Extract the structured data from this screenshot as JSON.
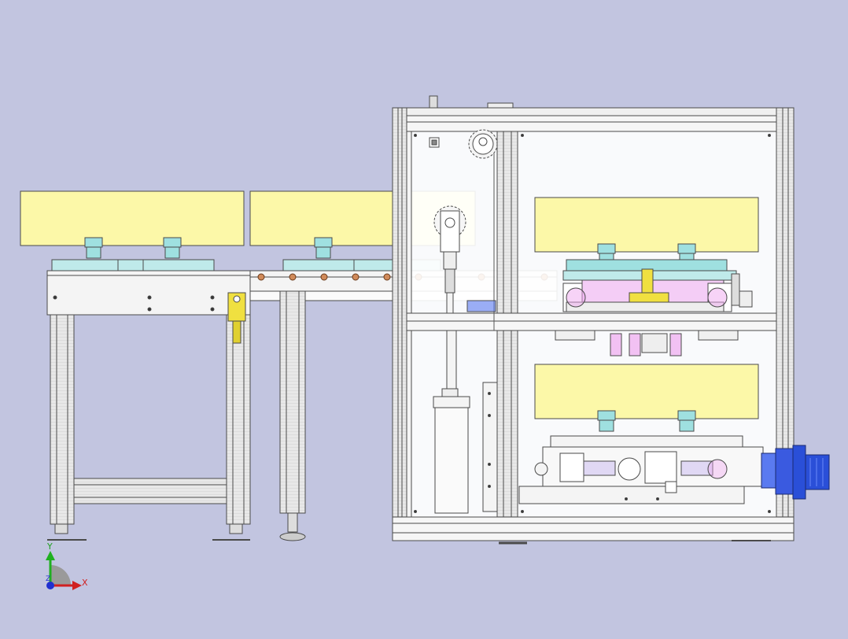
{
  "viewport": {
    "background": "#c2c5e0",
    "colors": {
      "pallet": "#fcf8a8",
      "frame": "#ffffff",
      "outline": "#4a4a4a",
      "cyan_part": "#9fe0e0",
      "pink_part": "#f0a8f0",
      "blue_motor": "#2a4fd8",
      "yellow_sensor": "#f0e040",
      "roller": "#d08a5a"
    }
  },
  "triad": {
    "y_label": "Y",
    "x_label": "X",
    "z_label": "Z"
  }
}
